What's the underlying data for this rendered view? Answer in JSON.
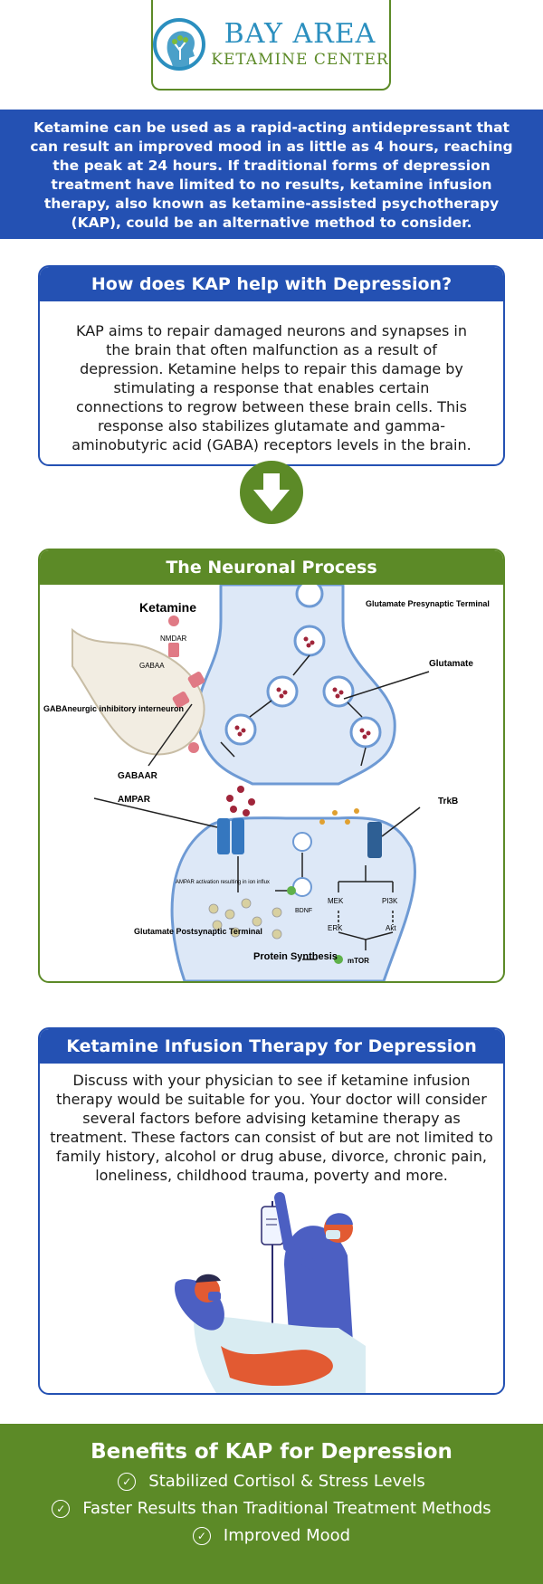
{
  "logo": {
    "main": "BAY AREA",
    "sub": "KETAMINE CENTER"
  },
  "intro": "Ketamine can be used as a rapid-acting antidepressant that can result an improved mood in as little as 4 hours, reaching the peak at 24 hours. If traditional forms of depression treatment have limited to no results, ketamine infusion therapy, also known as ketamine-assisted psychotherapy (KAP), could be an alternative method to consider.",
  "kap": {
    "title": "How does KAP help with Depression?",
    "body": "KAP aims to repair damaged neurons and synapses in the brain that often malfunction as a result of depression. Ketamine helps to repair this damage by stimulating a response that enables certain connections to regrow between these brain cells. This response also stabilizes glutamate and gamma-aminobutyric acid (GABA) receptors levels in the brain."
  },
  "neuronal": {
    "title": "The Neuronal Process",
    "labels": {
      "ketamine": "Ketamine",
      "nmdar": "NMDAR",
      "gabaa": "GABAA",
      "gaba_neuron": "GABAneurgic inhibitory interneuron",
      "gabaar": "GABAAR",
      "presynaptic": "Glutamate Presynaptic Terminal",
      "glutamate": "Glutamate",
      "ampar": "AMPAR",
      "trkb": "TrkB",
      "ampar_activation": "AMPAR activation resulting in ion influx",
      "bdnf": "BDNF",
      "mek": "MEK",
      "pi3k": "PI3K",
      "erk": "ERK",
      "akt": "Akt",
      "mtor": "mTOR",
      "protein": "Protein Synthesis",
      "postsynaptic": "Glutamate Postsynaptic Terminal"
    }
  },
  "infusion": {
    "title": "Ketamine Infusion Therapy for Depression",
    "body": "Discuss with your physician to see if ketamine infusion therapy would be suitable for you. Your doctor will consider several factors before advising ketamine therapy as treatment. These factors can consist of but are not limited to family history, alcohol or drug abuse, divorce, chronic pain, loneliness, childhood trauma, poverty and more."
  },
  "benefits": {
    "title": "Benefits of KAP for Depression",
    "items": [
      "Stabilized Cortisol & Stress Levels",
      "Faster Results than Traditional Treatment Methods",
      "Improved Mood"
    ]
  },
  "colors": {
    "blue": "#2451b3",
    "green": "#5c8a27",
    "logo_blue": "#2b8fbf"
  }
}
